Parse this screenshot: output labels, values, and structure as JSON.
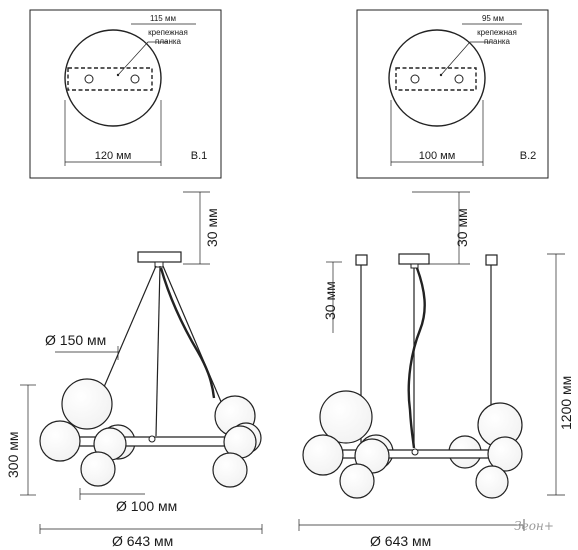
{
  "panels": {
    "b1": {
      "label": "B.1",
      "width_label": "120 мм",
      "bracket_label": "115 мм",
      "note_line1": "крепежная",
      "note_line2": "планка"
    },
    "b2": {
      "label": "B.2",
      "width_label": "100 мм",
      "bracket_label": "95 мм",
      "note_line1": "крепежная",
      "note_line2": "планка"
    }
  },
  "left_drawing": {
    "canopy_height": "30 мм",
    "shade_diameter": "Ø 150 мм",
    "small_shade_diameter": "Ø 100 мм",
    "body_height": "300 мм",
    "overall_diameter": "Ø 643 мм"
  },
  "right_drawing": {
    "canopy_height": "30 мм",
    "side_canopy_height": "30 мм",
    "max_height": "1200 мм",
    "overall_diameter": "Ø 643 мм"
  },
  "watermark": "Зеон+"
}
